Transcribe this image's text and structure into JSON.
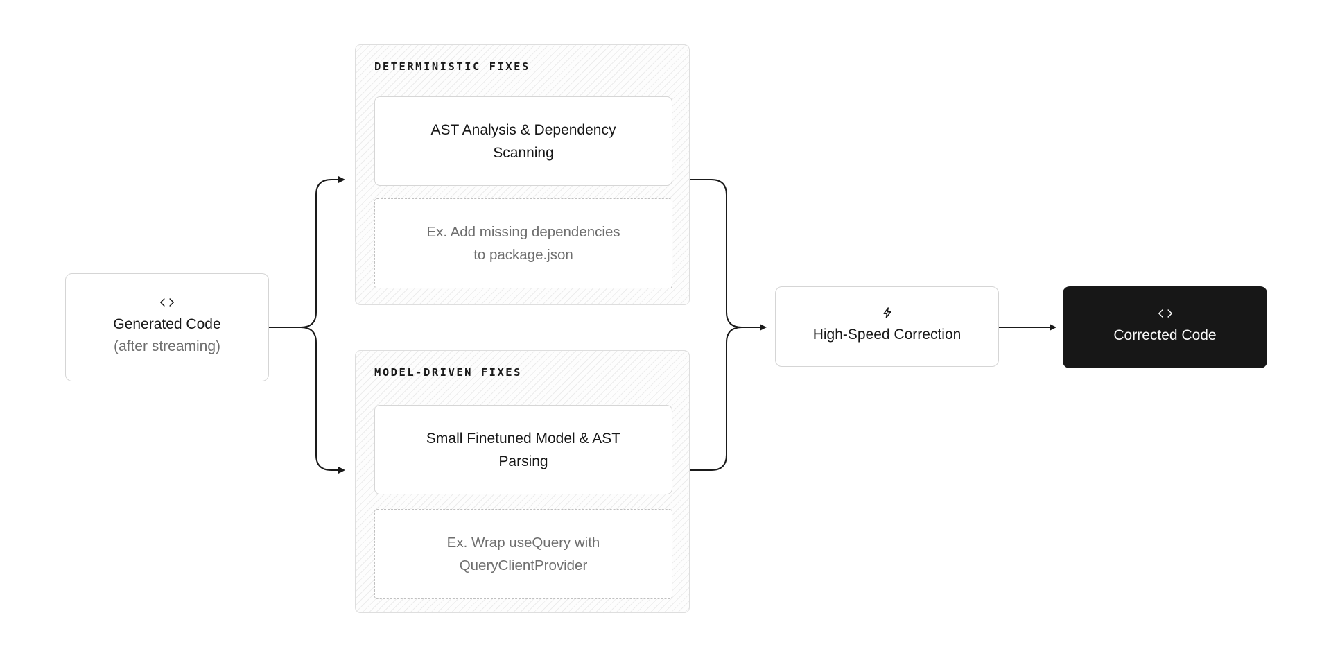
{
  "diagram": {
    "generated_code": {
      "icon": "code-icon",
      "title": "Generated Code",
      "subtitle": "(after streaming)"
    },
    "deterministic": {
      "label": "DETERMINISTIC FIXES",
      "method": "AST Analysis & Dependency Scanning",
      "example": "Ex. Add missing dependencies to package.json"
    },
    "model_driven": {
      "label": "MODEL-DRIVEN FIXES",
      "method": "Small Finetuned Model & AST Parsing",
      "example": "Ex. Wrap useQuery with QueryClientProvider"
    },
    "high_speed": {
      "icon": "bolt-icon",
      "title": "High-Speed Correction"
    },
    "corrected_code": {
      "icon": "code-icon",
      "title": "Corrected Code"
    },
    "colors": {
      "background": "#ffffff",
      "text_primary": "#171717",
      "text_muted": "#6e6e6e",
      "node_dark_bg": "#171717",
      "node_border": "#d5d5d5",
      "dashed_border": "#c0c0c0",
      "panel_border": "#dedede",
      "hatch_line": "#ececec",
      "connector": "#1a1a1a"
    }
  }
}
